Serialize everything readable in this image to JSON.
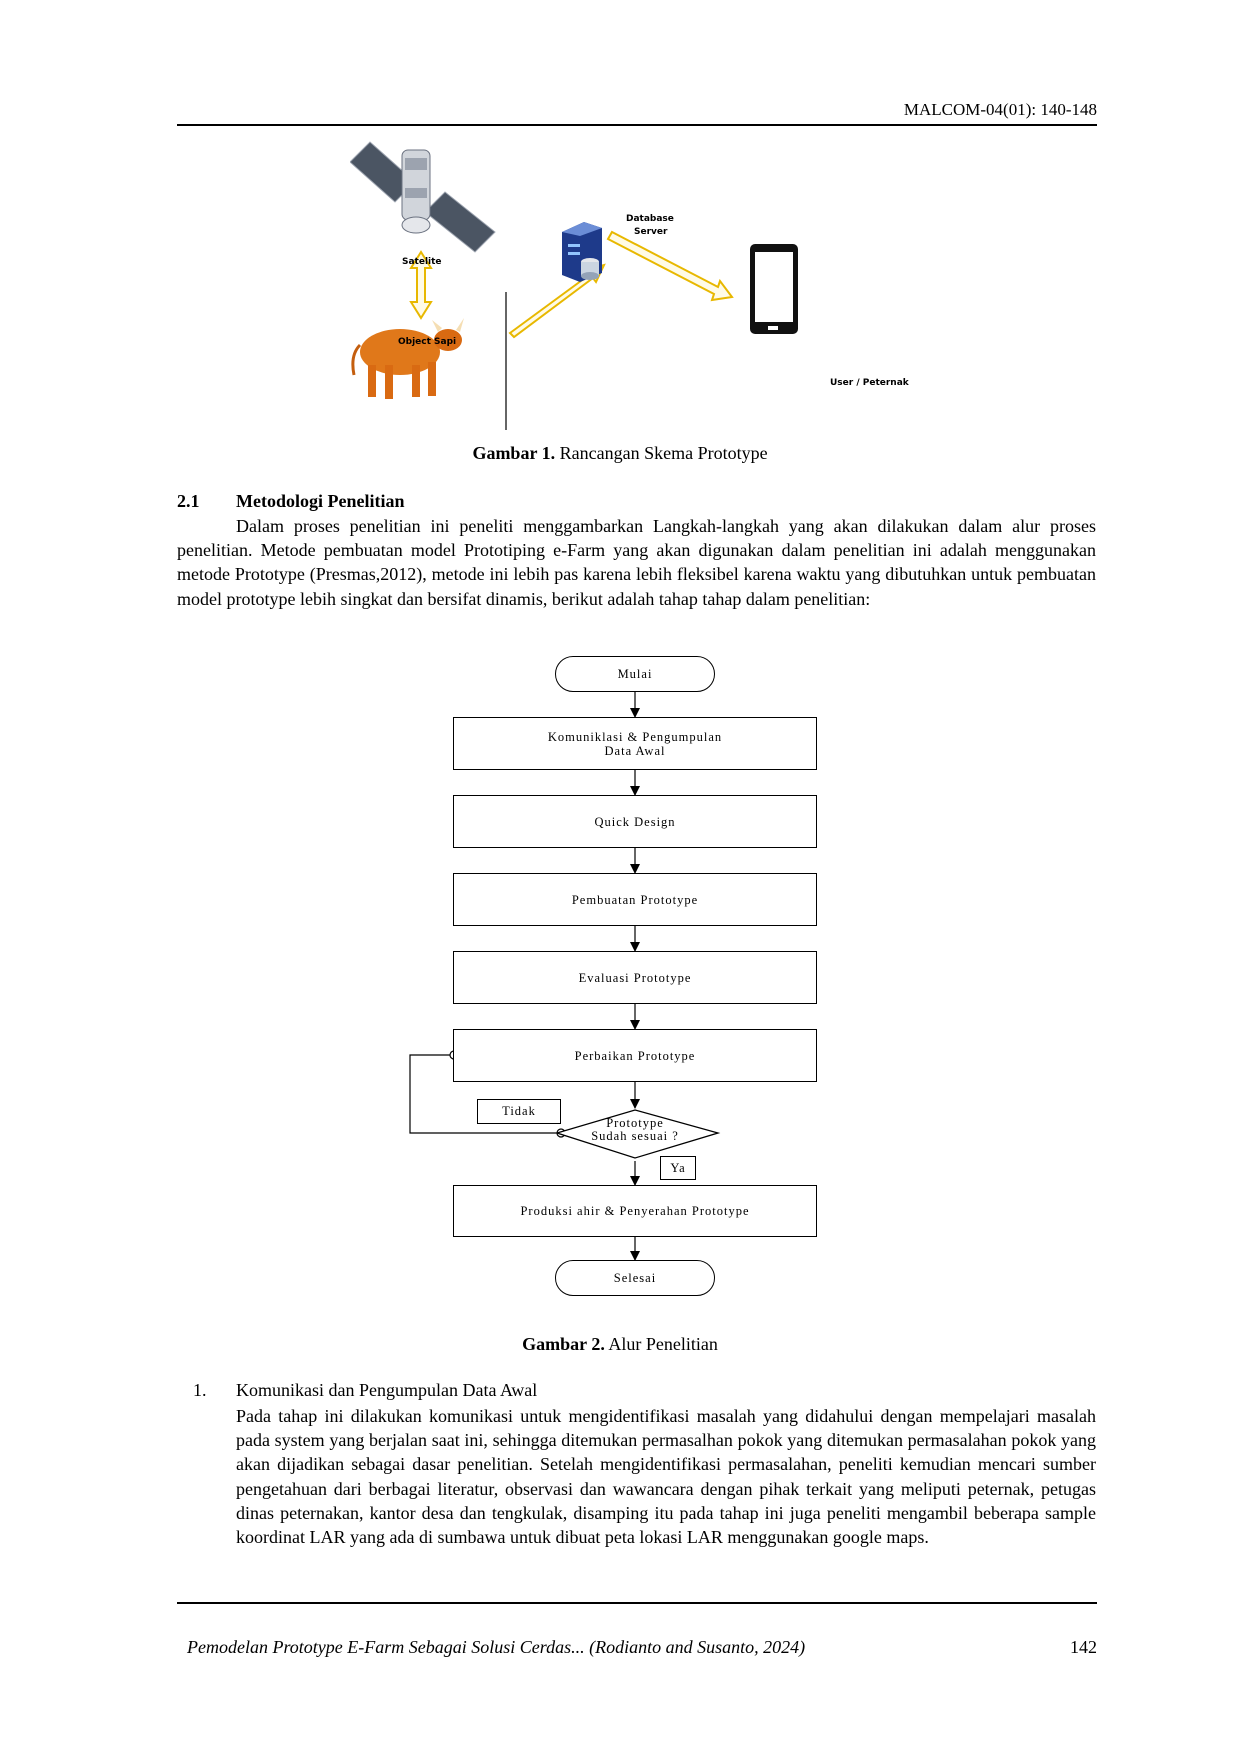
{
  "header": {
    "journal_ref": "MALCOM-04(01): 140-148"
  },
  "figure1": {
    "labels": {
      "satellite": "Satelite",
      "database": "Database",
      "server": "Server",
      "object": "Object Sapi",
      "user": "User / Peternak"
    },
    "caption_bold": "Gambar 1.",
    "caption_text": " Rancangan Skema Prototype"
  },
  "section": {
    "number": "2.1",
    "title": "Metodologi Penelitian",
    "paragraph": "Dalam proses penelitian ini peneliti menggambarkan Langkah-langkah yang akan dilakukan dalam alur proses penelitian. Metode pembuatan model Prototiping e-Farm yang akan digunakan dalam penelitian ini adalah menggunakan metode Prototype (Presmas,2012), metode ini lebih pas karena lebih fleksibel karena waktu yang dibutuhkan untuk pembuatan model prototype lebih singkat dan bersifat dinamis, berikut adalah tahap tahap dalam penelitian:"
  },
  "flowchart": {
    "start": "Mulai",
    "step1_line1": "Komuniklasi & Pengumpulan",
    "step1_line2": "Data Awal",
    "step2": "Quick Design",
    "step3": "Pembuatan Prototype",
    "step4": "Evaluasi Prototype",
    "step5": "Perbaikan Prototype",
    "decision_line1": "Prototype",
    "decision_line2": "Sudah sesuai ?",
    "no_label": "Tidak",
    "yes_label": "Ya",
    "step6": "Produksi ahir & Penyerahan Prototype",
    "end": "Selesai"
  },
  "figure2": {
    "caption_bold": "Gambar 2.",
    "caption_text": " Alur Penelitian"
  },
  "list": {
    "item1_number": "1.",
    "item1_title": "Komunikasi dan Pengumpulan Data Awal",
    "item1_body": "Pada tahap ini dilakukan komunikasi untuk mengidentifikasi masalah yang didahului dengan mempelajari masalah pada system yang berjalan saat ini, sehingga ditemukan permasalhan pokok yang ditemukan permasalahan pokok yang akan dijadikan sebagai dasar penelitian. Setelah mengidentifikasi permasalahan, peneliti kemudian mencari sumber pengetahuan dari berbagai literatur, observasi dan wawancara dengan pihak terkait yang meliputi peternak, petugas dinas peternakan, kantor desa dan tengkulak, disamping itu pada tahap ini juga peneliti mengambil beberapa sample koordinat LAR yang ada di sumbawa untuk dibuat peta lokasi LAR menggunakan google maps."
  },
  "footer": {
    "citation": "Pemodelan Prototype E-Farm Sebagai Solusi Cerdas... (Rodianto and Susanto, 2024)",
    "page_number": "142"
  }
}
